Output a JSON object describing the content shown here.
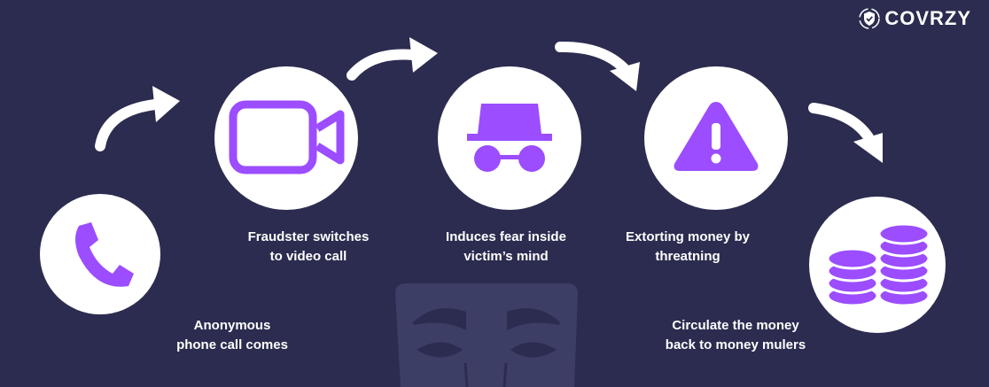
{
  "brand": {
    "name": "COVRZY"
  },
  "colors": {
    "background": "#2b2c4f",
    "accent": "#9b4dff",
    "mask": "#3d3e66"
  },
  "steps": [
    {
      "icon": "phone-icon",
      "lines": [
        "Anonymous",
        "phone call comes"
      ]
    },
    {
      "icon": "video-camera-icon",
      "lines": [
        "Fraudster switches",
        "to video call"
      ]
    },
    {
      "icon": "spy-incognito-icon",
      "lines": [
        "Induces fear inside",
        "victim’s mind"
      ]
    },
    {
      "icon": "warning-icon",
      "lines": [
        "Extorting money by",
        "threatning"
      ]
    },
    {
      "icon": "coins-icon",
      "lines": [
        "Circulate the money",
        "back to money mulers"
      ]
    }
  ]
}
